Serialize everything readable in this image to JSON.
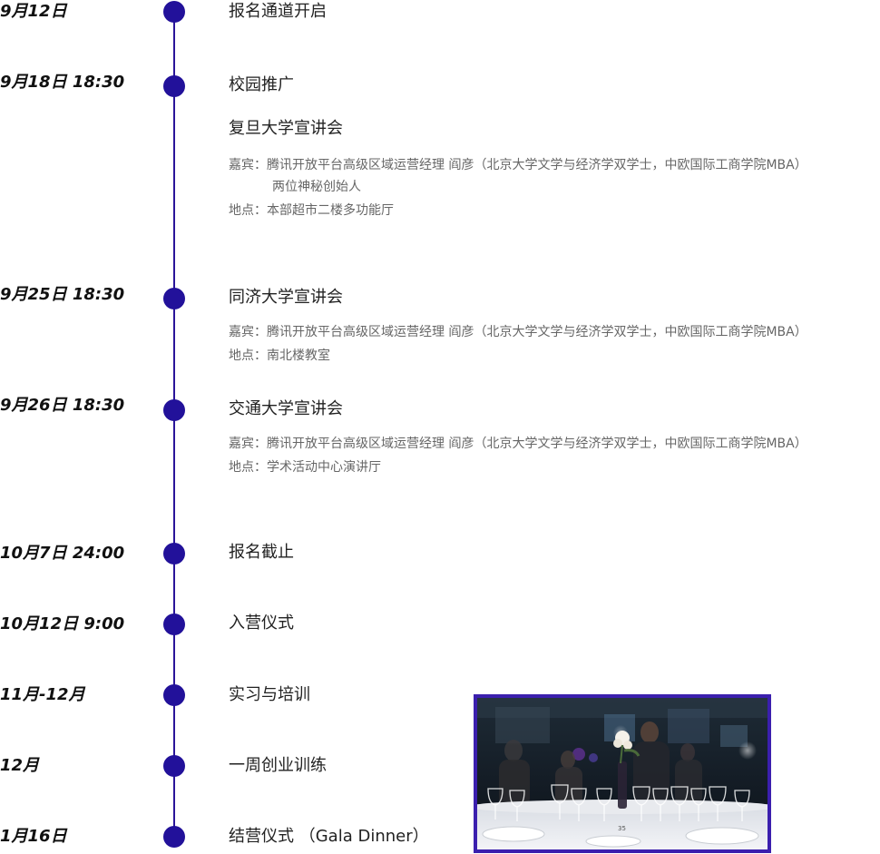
{
  "timeline": [
    {
      "date": "9月12日",
      "title": "报名通道开启"
    },
    {
      "date": "9月18日 18:30",
      "title": "校园推广"
    },
    {
      "date": "9月25日 18:30",
      "title": "同济大学宣讲会"
    },
    {
      "date": "9月26日 18:30",
      "title": "交通大学宣讲会"
    },
    {
      "date": "10月7日 24:00",
      "title": "报名截止"
    },
    {
      "date": "10月12日 9:00",
      "title": "入营仪式"
    },
    {
      "date": "11月-12月",
      "title": "实习与培训"
    },
    {
      "date": "12月",
      "title": "一周创业训练"
    },
    {
      "date": "1月16日",
      "title": "结营仪式 （Gala Dinner）"
    }
  ],
  "fudan": {
    "title": "复旦大学宣讲会",
    "guest": "嘉宾：腾讯开放平台高级区域运营经理 阎彦（北京大学文学与经济学双学士，中欧国际工商学院MBA）",
    "guest_extra": "两位神秘创始人",
    "venue": "地点：本部超市二楼多功能厅"
  },
  "tongji": {
    "guest": "嘉宾：腾讯开放平台高级区域运营经理 阎彦（北京大学文学与经济学双学士，中欧国际工商学院MBA）",
    "venue": "地点：南北楼教室"
  },
  "jiaotong": {
    "guest": "嘉宾：腾讯开放平台高级区域运营经理 阎彦（北京大学文学与经济学双学士，中欧国际工商学院MBA）",
    "venue": "地点：学术活动中心演讲厅"
  },
  "photo": {
    "table_number": "35"
  },
  "colors": {
    "accent": "#22119a",
    "line": "#2a1499",
    "frame": "#3b1fae",
    "detail_text": "#666666"
  }
}
